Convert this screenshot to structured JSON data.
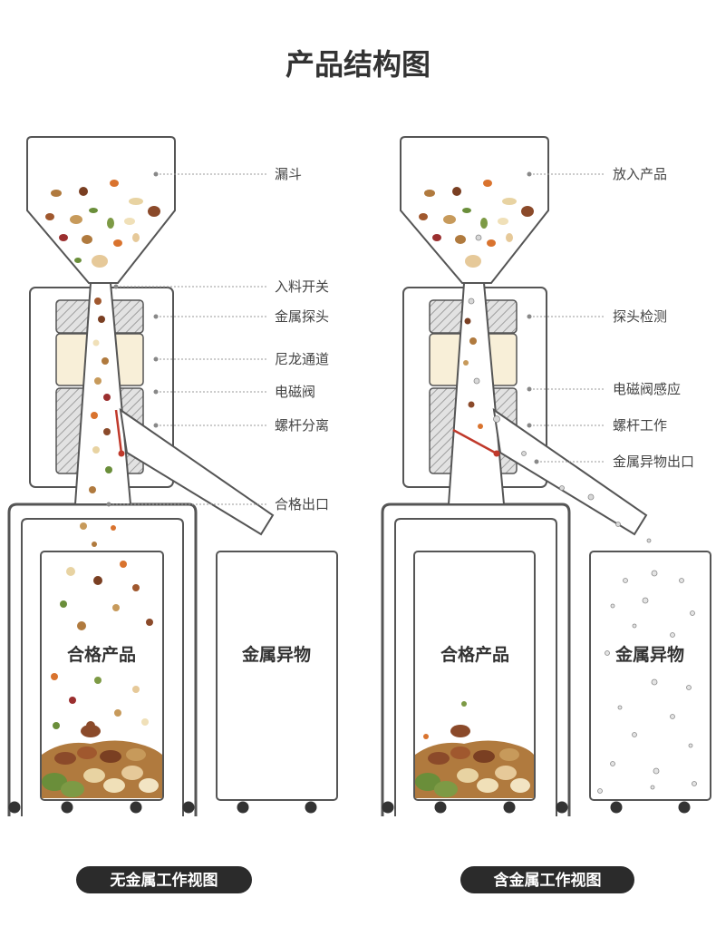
{
  "page_title": "产品结构图",
  "left_panel": {
    "labels": [
      "漏斗",
      "入料开关",
      "金属探头",
      "尼龙通道",
      "电磁阀",
      "螺杆分离",
      "合格出口"
    ],
    "bin_good": "合格产品",
    "bin_metal": "金属异物",
    "caption": "无金属工作视图"
  },
  "right_panel": {
    "labels": [
      "放入产品",
      "探头检测",
      "电磁阀感应",
      "螺杆工作",
      "金属异物出口"
    ],
    "bin_good": "合格产品",
    "bin_metal": "金属异物",
    "caption": "含金属工作视图"
  },
  "colors": {
    "outline": "#555555",
    "accent_red": "#c0392b",
    "nylon": "#f8efd8",
    "hatch": "#cfcfcf",
    "caption_bg": "#2b2b2b"
  }
}
